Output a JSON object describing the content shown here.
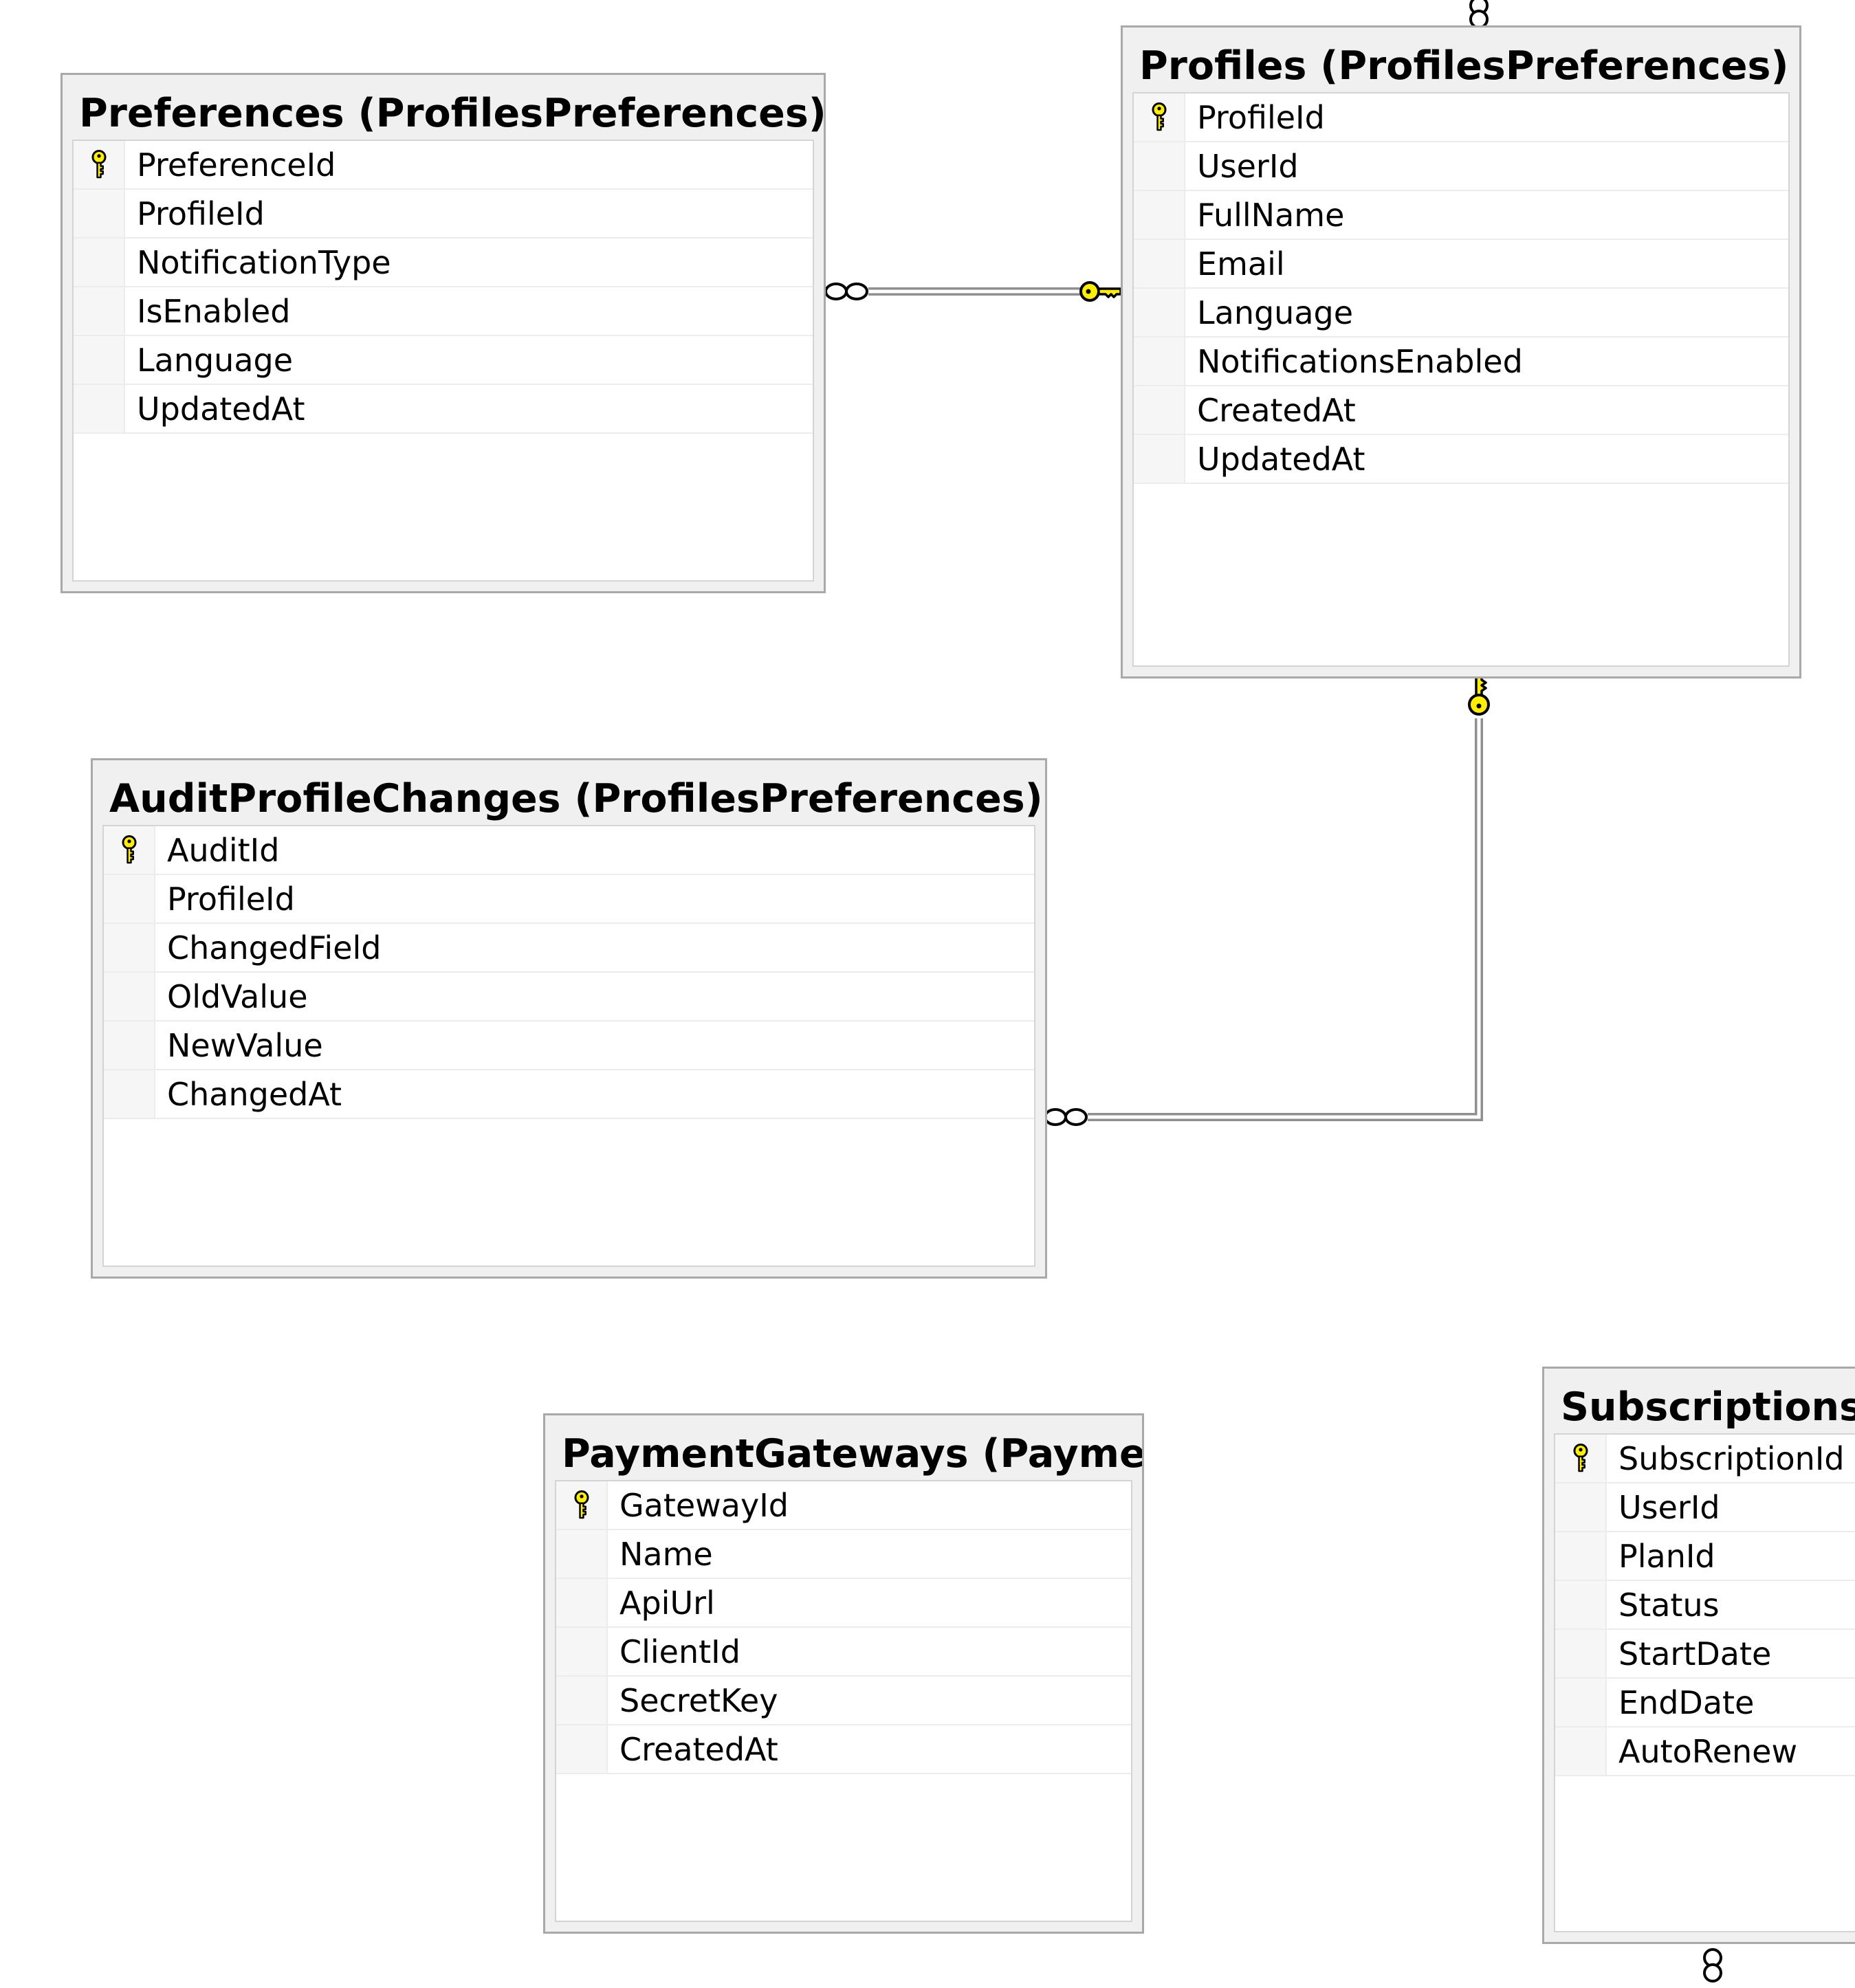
{
  "diagram": {
    "tables": [
      {
        "id": "preferences",
        "title": "Preferences (ProfilesPreferences)",
        "columns": [
          {
            "name": "PreferenceId",
            "primary_key": true
          },
          {
            "name": "ProfileId",
            "primary_key": false
          },
          {
            "name": "NotificationType",
            "primary_key": false
          },
          {
            "name": "IsEnabled",
            "primary_key": false
          },
          {
            "name": "Language",
            "primary_key": false
          },
          {
            "name": "UpdatedAt",
            "primary_key": false
          }
        ]
      },
      {
        "id": "profiles",
        "title": "Profiles (ProfilesPreferences)",
        "columns": [
          {
            "name": "ProfileId",
            "primary_key": true
          },
          {
            "name": "UserId",
            "primary_key": false
          },
          {
            "name": "FullName",
            "primary_key": false
          },
          {
            "name": "Email",
            "primary_key": false
          },
          {
            "name": "Language",
            "primary_key": false
          },
          {
            "name": "NotificationsEnabled",
            "primary_key": false
          },
          {
            "name": "CreatedAt",
            "primary_key": false
          },
          {
            "name": "UpdatedAt",
            "primary_key": false
          }
        ]
      },
      {
        "id": "audit",
        "title": "AuditProfileChanges (ProfilesPreferences)",
        "columns": [
          {
            "name": "AuditId",
            "primary_key": true
          },
          {
            "name": "ProfileId",
            "primary_key": false
          },
          {
            "name": "ChangedField",
            "primary_key": false
          },
          {
            "name": "OldValue",
            "primary_key": false
          },
          {
            "name": "NewValue",
            "primary_key": false
          },
          {
            "name": "ChangedAt",
            "primary_key": false
          }
        ]
      },
      {
        "id": "gateways",
        "title": "PaymentGateways (Paymen",
        "columns": [
          {
            "name": "GatewayId",
            "primary_key": true
          },
          {
            "name": "Name",
            "primary_key": false
          },
          {
            "name": "ApiUrl",
            "primary_key": false
          },
          {
            "name": "ClientId",
            "primary_key": false
          },
          {
            "name": "SecretKey",
            "primary_key": false
          },
          {
            "name": "CreatedAt",
            "primary_key": false
          }
        ]
      },
      {
        "id": "subscriptions",
        "title": "Subscriptions (",
        "columns": [
          {
            "name": "SubscriptionId",
            "primary_key": true
          },
          {
            "name": "UserId",
            "primary_key": false
          },
          {
            "name": "PlanId",
            "primary_key": false
          },
          {
            "name": "Status",
            "primary_key": false
          },
          {
            "name": "StartDate",
            "primary_key": false
          },
          {
            "name": "EndDate",
            "primary_key": false
          },
          {
            "name": "AutoRenew",
            "primary_key": false
          }
        ]
      }
    ],
    "relationships": [
      {
        "from": "preferences",
        "to": "profiles",
        "from_end": "many",
        "to_end": "one"
      },
      {
        "from": "audit",
        "to": "profiles",
        "from_end": "many",
        "to_end": "one"
      }
    ],
    "colors": {
      "key_fill": "#ffee00",
      "key_stroke": "#000000",
      "table_border": "#a9a9a9",
      "table_header": "#f0f0f0",
      "link": "#8f8f8f"
    }
  }
}
